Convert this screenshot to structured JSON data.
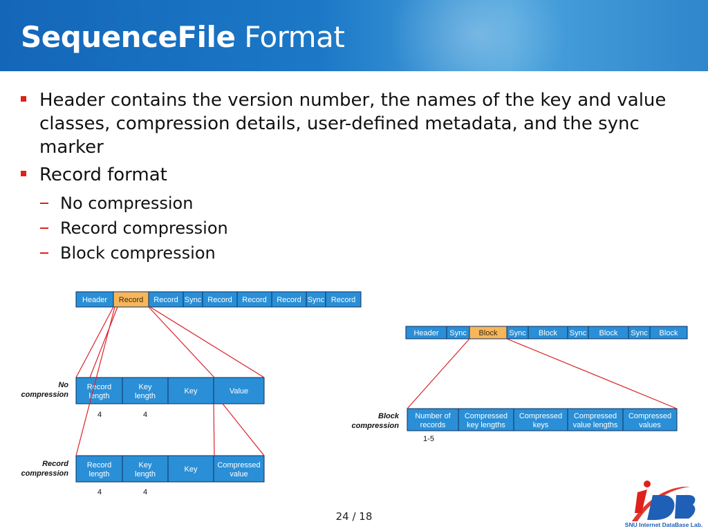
{
  "slide": {
    "title_bold": "SequenceFile",
    "title_rest": "Format",
    "page_number": "24 / 18"
  },
  "bullets": [
    {
      "text": "Header contains the version number, the names of the key and value classes, compression details, user-defined metadata, and the sync marker",
      "level": 1
    },
    {
      "text": "Record format",
      "level": 1
    },
    {
      "text": "No compression",
      "level": 2
    },
    {
      "text": "Record compression",
      "level": 2
    },
    {
      "text": "Block compression",
      "level": 2
    }
  ],
  "diagram": {
    "record_layout": {
      "cells": [
        "Header",
        "Record",
        "Record",
        "Sync",
        "Record",
        "Record",
        "Record",
        "Sync",
        "Record"
      ],
      "highlight_index": 1
    },
    "no_compression": {
      "label_line1": "No",
      "label_line2": "compression",
      "cells": [
        {
          "line1": "Record",
          "line2": "length"
        },
        {
          "line1": "Key",
          "line2": "length"
        },
        {
          "line1": "Key",
          "line2": ""
        },
        {
          "line1": "Value",
          "line2": ""
        }
      ],
      "sizes": [
        "4",
        "4"
      ]
    },
    "record_compression": {
      "label_line1": "Record",
      "label_line2": "compression",
      "cells": [
        {
          "line1": "Record",
          "line2": "length"
        },
        {
          "line1": "Key",
          "line2": "length"
        },
        {
          "line1": "Key",
          "line2": ""
        },
        {
          "line1": "Compressed",
          "line2": "value"
        }
      ],
      "sizes": [
        "4",
        "4"
      ]
    },
    "block_layout": {
      "cells": [
        "Header",
        "Sync",
        "Block",
        "Sync",
        "Block",
        "Sync",
        "Block",
        "Sync",
        "Block"
      ],
      "highlight_index": 2
    },
    "block_compression": {
      "label_line1": "Block",
      "label_line2": "compression",
      "cells": [
        {
          "line1": "Number of",
          "line2": "records"
        },
        {
          "line1": "Compressed",
          "line2": "key lengths"
        },
        {
          "line1": "Compressed",
          "line2": "keys"
        },
        {
          "line1": "Compressed",
          "line2": "value lengths"
        },
        {
          "line1": "Compressed",
          "line2": "values"
        }
      ],
      "sizes": [
        "1-5"
      ]
    },
    "colors": {
      "cell_fill": "#2a8fd6",
      "highlight_fill": "#f7b65a",
      "cell_border": "#0d2f5c",
      "connector": "#d9232a"
    }
  },
  "logo": {
    "letters": "iDB",
    "caption": "SNU Internet DataBase Lab."
  }
}
